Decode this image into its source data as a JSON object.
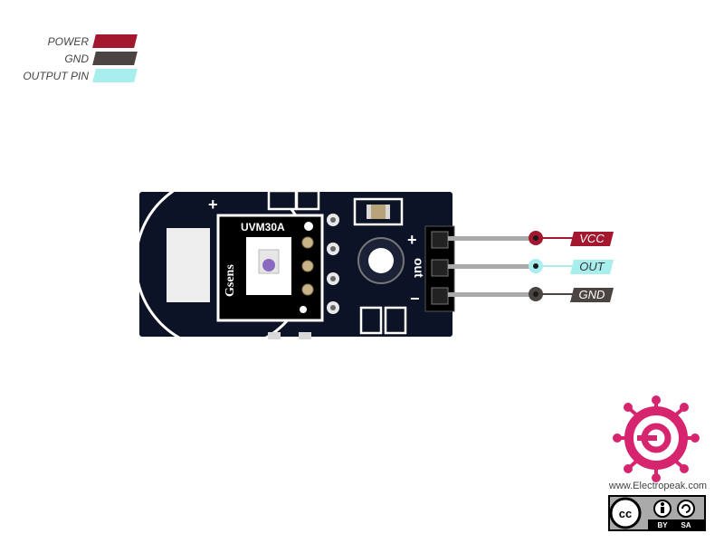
{
  "legend": [
    {
      "label": "POWER",
      "color": "#a3172f"
    },
    {
      "label": "GND",
      "color": "#4b4441"
    },
    {
      "label": "OUTPUT PIN",
      "color": "#a8eeee"
    }
  ],
  "board": {
    "chip_text": "UVM30A",
    "brand_text": "Gsens",
    "plus_mark": "+",
    "minus_mark": "−",
    "out_mark": "out"
  },
  "pins": [
    {
      "label": "VCC",
      "color": "#a3172f",
      "text_color": "#ffffff"
    },
    {
      "label": "OUT",
      "color": "#a8eeee",
      "text_color": "#333333"
    },
    {
      "label": "GND",
      "color": "#4b4441",
      "text_color": "#ffffff"
    }
  ],
  "branding": {
    "url": "www.Electropeak.com",
    "license_by": "BY",
    "license_sa": "SA",
    "logo_color": "#d6246e"
  }
}
